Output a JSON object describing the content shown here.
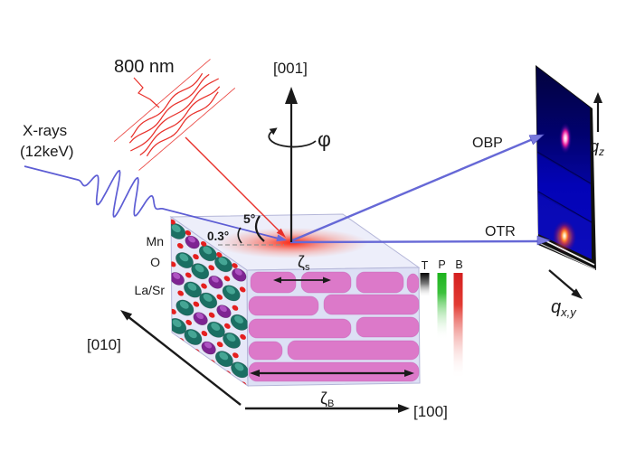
{
  "figure": {
    "beams": {
      "pump_label": "800 nm",
      "xray_label_line1": "X-rays",
      "xray_label_line2": "(12keV)",
      "obp_label": "OBP",
      "otr_label": "OTR",
      "pump_incidence_angle": "5°",
      "xray_incidence_angle": "0.3°"
    },
    "axes": {
      "c_axis": "[001]",
      "b_axis": "[010]",
      "a_axis": "[100]",
      "phi": "φ",
      "qz": {
        "base": "q",
        "sub": "z"
      },
      "qxy": {
        "base": "q",
        "sub": "x,y"
      }
    },
    "sample": {
      "atom_labels": [
        "Mn",
        "O",
        "La/Sr"
      ],
      "zeta_surface": {
        "base": "ζ",
        "sub": "s"
      },
      "zeta_bulk": {
        "base": "ζ",
        "sub": "B"
      }
    },
    "colorbar": {
      "labels": [
        "T",
        "P",
        "B"
      ],
      "colors": [
        "#111111",
        "#21b521",
        "#d92121"
      ]
    },
    "colors": {
      "beam_blue": "#5d5dd4",
      "arrow_blue": "#7a7ade",
      "laser_red": "#e8302a",
      "domain_pink": "#dc79c9",
      "face_front": "#dde0f5",
      "face_top": "#edeefa",
      "face_left": "#e6e8f8",
      "atom_teal": "#1b6f63",
      "atom_purple": "#7e2492",
      "atom_oxygen_red": "#e51f1f",
      "detector_navy": "#01017a"
    }
  }
}
